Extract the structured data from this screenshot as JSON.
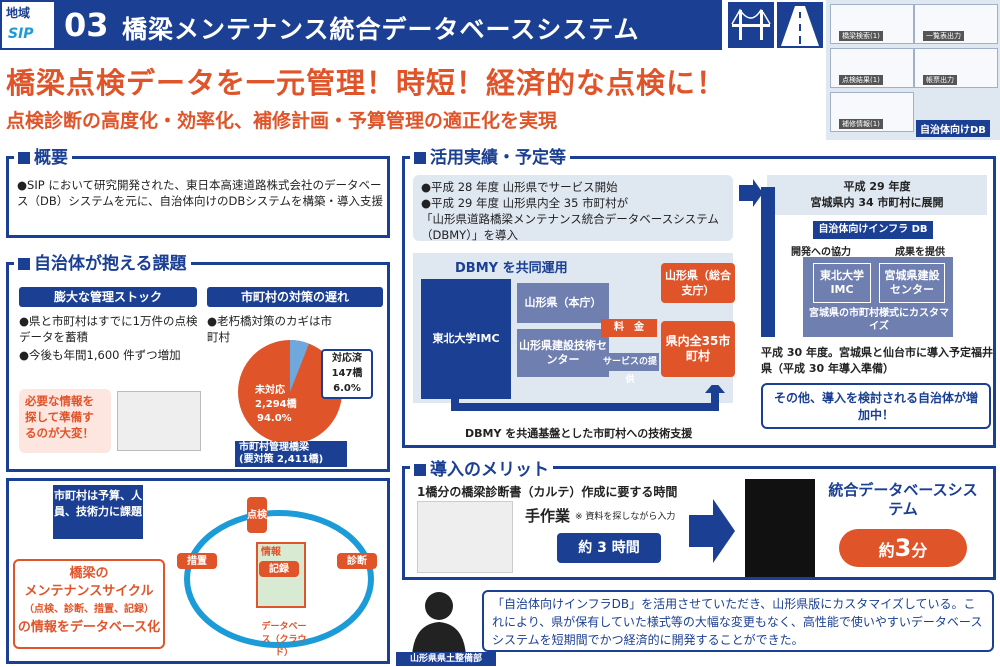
{
  "header": {
    "region": "地域",
    "sip": "SIP",
    "number": "03",
    "title": "橋梁メンテナンス統合データベースシステム"
  },
  "main_title": "橋梁点検データを一元管理！時短！経済的な点検に！",
  "sub_title": "点検診断の高度化・効率化、補修計画・予算管理の適正化を実現",
  "thumbnails": [
    "橋梁検索(1)",
    "一覧表出力",
    "点検結果(1)",
    "帳票出力",
    "補修情報(1)"
  ],
  "thumb_db_label": "自治体向けDB",
  "overview": {
    "heading": "概要",
    "text": "●SIP において研究開発された、東日本高速道路株式会社のデータベース（DB）システムを元に、自治体向けのDBシステムを構築・導入支援"
  },
  "issues": {
    "heading": "自治体が抱える課題",
    "left_pill": "膨大な管理ストック",
    "left_bullets": [
      "●県と市町村はすでに1万件の点検データを蓄積",
      "●今後も年間1,600 件ずつ増加"
    ],
    "left_callout": "必要な情報を探して準備するのが大変！",
    "right_pill": "市町村の対策の遅れ",
    "right_bullet": "●老朽橋対策のカギは市町村",
    "pie_untreated": "未対応",
    "pie_untreated_count": "2,294橋",
    "pie_untreated_pct": "94.0%",
    "pie_done": "対応済",
    "pie_done_count": "147橋",
    "pie_done_pct": "6.0%",
    "pie_caption_1": "市町村管理橋梁",
    "pie_caption_2": "(要対策 2,411橋)"
  },
  "cycle": {
    "top_text": "市町村は予算、人員、技術力に課題",
    "left_title": "橋梁の",
    "left_title2": "メンテナンスサイクル",
    "left_sub": "（点検、診断、措置、記録）",
    "left_bottom": "の情報をデータベース化",
    "inspect": "点検",
    "diagnose": "診断",
    "measure": "措置",
    "record": "記録",
    "info": "情報",
    "db": "データベース（クラウド）"
  },
  "results": {
    "heading": "活用実績・予定等",
    "bullets": [
      "●平成 28 年度 山形県でサービス開始",
      "●平成 29 年度 山形県内全 35 市町村が",
      "「山形県道路橋梁メンテナンス統合データベースシステム（DBMY）」を導入"
    ],
    "shared": "DBMY を共同運用",
    "tohoku": "東北大学IMC",
    "yamagata": "山形県（本庁）",
    "center": "山形県建設技術センター",
    "branch": "山形県（総合支庁）",
    "municipal": "県内全35市町村",
    "fee": "料　金",
    "service": "サービスの提供",
    "bottom": "DBMY を共通基盤とした市町村への技術支援",
    "r_top": "平成 29 年度",
    "r_top2": "宮城県内 34 市町村に展開",
    "infra_db": "自治体向けインフラ DB",
    "coop": "開発への協力",
    "result_share": "成果を提供",
    "r_tohoku": "東北大学IMC",
    "r_miyagi": "宮城県建設センター",
    "r_custom": "宮城県の市町村様式にカスタマイズ",
    "h30": "平成 30 年度。宮城県と仙台市に導入予定福井県（平成 30 年導入準備）",
    "more": "その他、導入を検討される自治体が増加中！"
  },
  "merit": {
    "heading": "導入のメリット",
    "line": "1橋分の橋梁診断書（カルテ）作成に要する時間",
    "manual": "手作業",
    "manual_note": "※ 資料を探しながら入力",
    "manual_time": "約 3 時間",
    "system": "統合データベースシステム",
    "system_time_pre": "約",
    "system_time_num": "3",
    "system_time_unit": "分"
  },
  "quote": {
    "text": "「自治体向けインフラDB」を活用させていただき、山形県版にカスタマイズしている。これにより、県が保有していた様式等の大幅な変更もなく、高性能で使いやすいデータベースシステムを短期間でかつ経済的に開発することができた。",
    "speaker": "山形県県土整備部"
  },
  "colors": {
    "navy": "#1b3f93",
    "orange": "#e0542a",
    "light_blue": "#dfe7f1"
  }
}
